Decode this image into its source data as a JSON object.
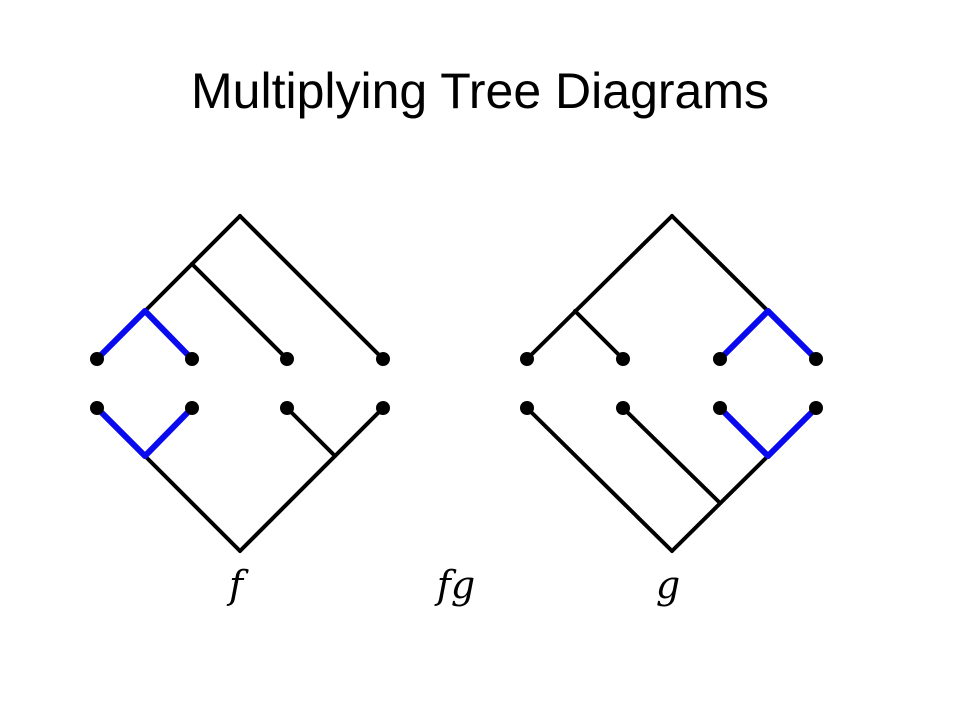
{
  "slide": {
    "title": "Multiplying Tree Diagrams"
  },
  "labels": {
    "f": "f",
    "fg": "fg",
    "g": "g"
  },
  "colors": {
    "edge": "#000000",
    "highlight": "#0a0aee",
    "dot": "#000000",
    "background": "#ffffff"
  },
  "trees": [
    {
      "name": "f-top-tree",
      "orientation": "up",
      "leaves": 4,
      "structure": "((l0 l1) l2) l3",
      "highlighted_caret": "l0-l1"
    },
    {
      "name": "f-bottom-tree",
      "orientation": "down",
      "leaves": 4,
      "structure": "(l0 l1) (l2 l3)",
      "highlighted_caret": "l0-l1"
    },
    {
      "name": "g-top-tree",
      "orientation": "up",
      "leaves": 4,
      "structure": "(l0 l1) (l2 l3)",
      "highlighted_caret": "l2-l3"
    },
    {
      "name": "g-bottom-tree",
      "orientation": "down",
      "leaves": 4,
      "structure": "(l0 (l1 (l2 l3)))",
      "highlighted_caret": "l2-l3"
    }
  ]
}
